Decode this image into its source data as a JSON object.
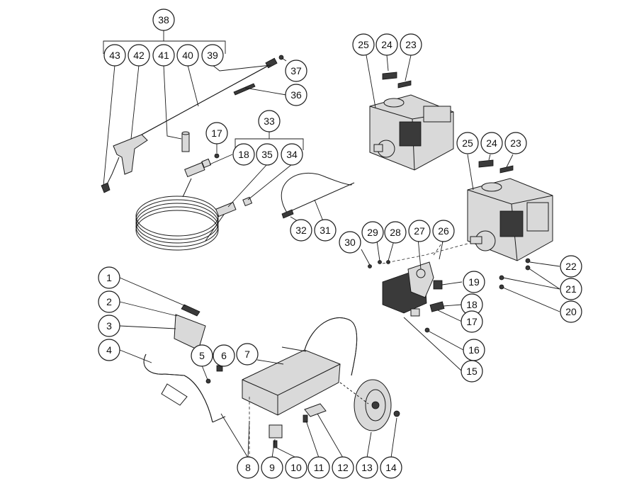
{
  "callouts": [
    {
      "label": "38"
    },
    {
      "label": "43"
    },
    {
      "label": "42"
    },
    {
      "label": "41"
    },
    {
      "label": "40"
    },
    {
      "label": "39"
    },
    {
      "label": "37"
    },
    {
      "label": "36"
    },
    {
      "label": "33"
    },
    {
      "label": "17"
    },
    {
      "label": "18"
    },
    {
      "label": "35"
    },
    {
      "label": "34"
    },
    {
      "label": "32"
    },
    {
      "label": "31"
    },
    {
      "label": "25"
    },
    {
      "label": "24"
    },
    {
      "label": "23"
    },
    {
      "label": "25"
    },
    {
      "label": "24"
    },
    {
      "label": "23"
    },
    {
      "label": "30"
    },
    {
      "label": "29"
    },
    {
      "label": "28"
    },
    {
      "label": "27"
    },
    {
      "label": "26"
    },
    {
      "label": "22"
    },
    {
      "label": "21"
    },
    {
      "label": "20"
    },
    {
      "label": "19"
    },
    {
      "label": "18"
    },
    {
      "label": "17"
    },
    {
      "label": "16"
    },
    {
      "label": "15"
    },
    {
      "label": "1"
    },
    {
      "label": "2"
    },
    {
      "label": "3"
    },
    {
      "label": "4"
    },
    {
      "label": "5"
    },
    {
      "label": "6"
    },
    {
      "label": "7"
    },
    {
      "label": "8"
    },
    {
      "label": "9"
    },
    {
      "label": "10"
    },
    {
      "label": "11"
    },
    {
      "label": "12"
    },
    {
      "label": "13"
    },
    {
      "label": "14"
    }
  ]
}
